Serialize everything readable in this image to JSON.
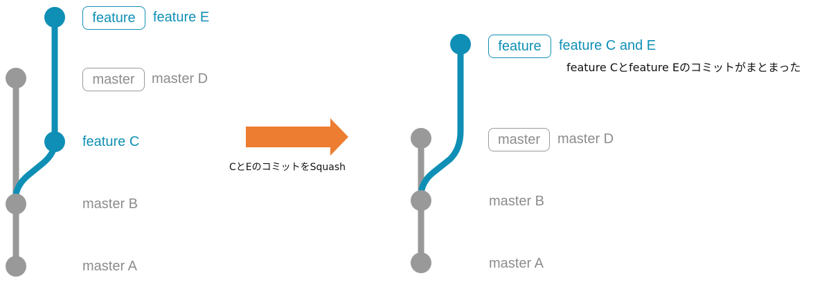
{
  "colors": {
    "feature": "#0f8fb5",
    "master": "#999999",
    "arrow": "#ed7d31",
    "note_text": "#111111"
  },
  "before": {
    "tag_feature": "feature",
    "tag_master": "master",
    "commits": {
      "feature_e": "feature E",
      "master_d": "master D",
      "feature_c": "feature C",
      "master_b": "master B",
      "master_a": "master A"
    }
  },
  "arrow": {
    "caption": "CとEのコミットをSquash"
  },
  "after": {
    "tag_feature": "feature",
    "tag_master": "master",
    "commits": {
      "feature_ce": "feature C and E",
      "master_d": "master D",
      "master_b": "master B",
      "master_a": "master A"
    },
    "note": "feature Cとfeature Eのコミットがまとまった"
  }
}
